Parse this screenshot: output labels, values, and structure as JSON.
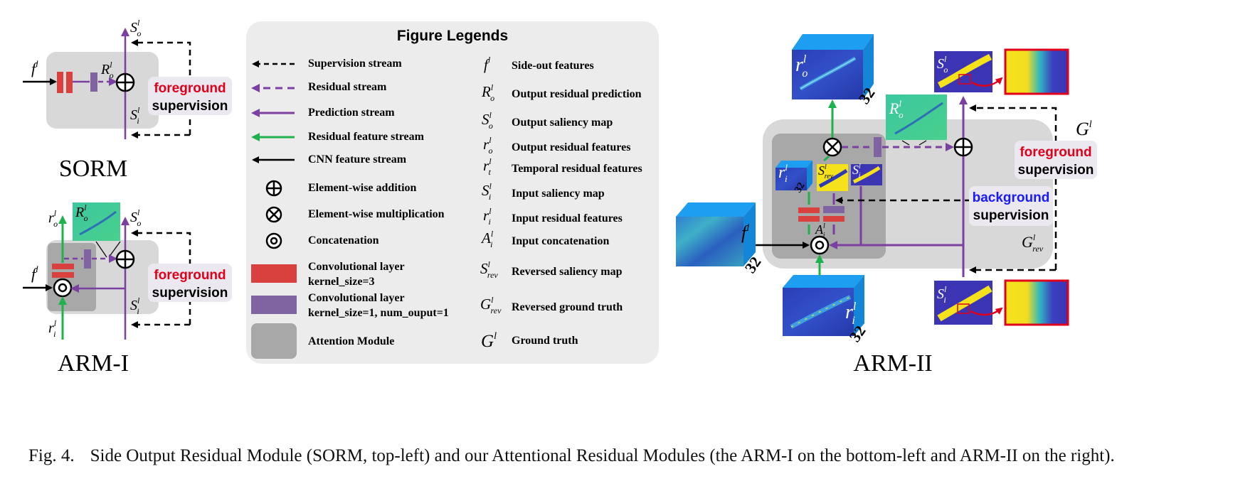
{
  "figure": {
    "caption_label": "Fig. 4.",
    "caption_text": "Side Output Residual Module (SORM, top-left) and our Attentional Residual Modules (the ARM-I on the bottom-left and ARM-II on the right)."
  },
  "sorm": {
    "title": "SORM",
    "input": "f",
    "residual": "R",
    "output": "S",
    "input_map": "S",
    "supervision_word1": "foreground",
    "supervision_word2": "supervision"
  },
  "arm1": {
    "title": "ARM-I",
    "input": "f",
    "out_feat": "r",
    "in_feat": "r",
    "residual": "R",
    "output": "S",
    "input_map": "S",
    "supervision_word1": "foreground",
    "supervision_word2": "supervision"
  },
  "legend": {
    "title": "Figure Legends",
    "left_items": [
      {
        "key": "dashed-black",
        "text": "Supervision stream"
      },
      {
        "key": "dashed-purple",
        "text": "Residual stream"
      },
      {
        "key": "solid-purple",
        "text": "Prediction stream"
      },
      {
        "key": "solid-green",
        "text": "Residual feature stream"
      },
      {
        "key": "solid-black",
        "text": "CNN feature stream"
      },
      {
        "key": "oplus",
        "text": "Element-wise addition"
      },
      {
        "key": "otimes",
        "text": "Element-wise multiplication"
      },
      {
        "key": "odot",
        "text": "Concatenation"
      },
      {
        "key": "red-box",
        "text": "Convolutional layer",
        "text2": "kernel_size=3"
      },
      {
        "key": "purple-box",
        "text": "Convolutional layer",
        "text2": "kernel_size=1, num_ouput=1"
      },
      {
        "key": "gray-box",
        "text": "Attention Module"
      }
    ],
    "right_items": [
      {
        "sym": "f",
        "sub": "",
        "text": "Side-out features"
      },
      {
        "sym": "R",
        "sub": "o",
        "text": "Output residual prediction"
      },
      {
        "sym": "S",
        "sub": "o",
        "text": "Output saliency map"
      },
      {
        "sym": "r",
        "sub": "o",
        "text": "Output residual features"
      },
      {
        "sym": "r",
        "sub": "t",
        "text": "Temporal residual features"
      },
      {
        "sym": "S",
        "sub": "i",
        "text": "Input saliency map"
      },
      {
        "sym": "r",
        "sub": "i",
        "text": "Input residual features"
      },
      {
        "sym": "A",
        "sub": "i",
        "text": "Input concatenation"
      },
      {
        "sym": "S",
        "sub": "rev",
        "text": "Reversed saliency map"
      },
      {
        "sym": "G",
        "sub": "rev",
        "text": "Reversed ground truth"
      },
      {
        "sym": "G",
        "sub": "",
        "text": "Ground truth"
      }
    ]
  },
  "arm2": {
    "title": "ARM-II",
    "ro": "r",
    "ri": "r",
    "f": "f",
    "ro_num": "32",
    "ri_num": "32",
    "f_num": "32",
    "rv_num": "32",
    "residual": "R",
    "so": "S",
    "si": "S",
    "srev": "S",
    "g": "G",
    "grev": "G",
    "a": "A",
    "fg1": "foreground",
    "fg2": "supervision",
    "bg1": "background",
    "bg2": "supervision"
  },
  "colors": {
    "red": "#d9413f",
    "purple": "#7b3fa2",
    "green": "#1fb14d",
    "gray_module": "#d8d8d8",
    "gray_inner": "#a8a8a8",
    "legend_bg": "#ececec",
    "fg_text": "#e0001b",
    "bg_text": "#1a1aff"
  }
}
